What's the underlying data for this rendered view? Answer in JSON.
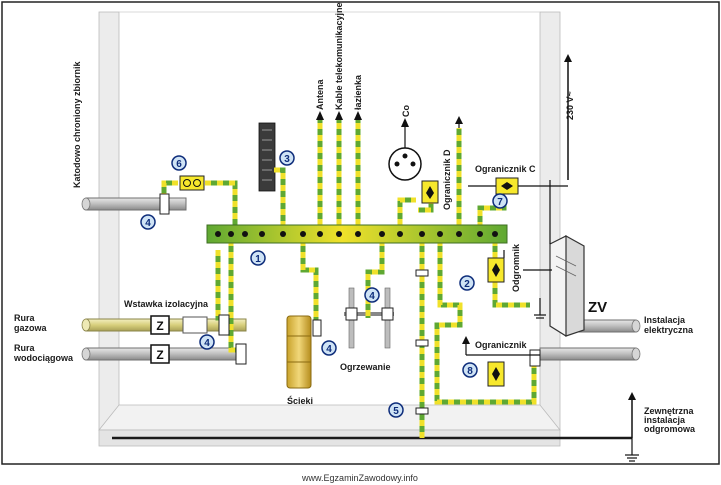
{
  "labels": {
    "katodowo": "Katodowo chroniony zbiornik",
    "antena": "Antena",
    "kable": "Kable telekomunikacyjne",
    "lazienka": "łazienka",
    "co": "Co",
    "ogr_d": "Ogranicznik D",
    "v230": "230 V~",
    "ogr_c": "Ogranicznik C",
    "odgromnik": "Odgromnik",
    "wstawka": "Wstawka izolacyjna",
    "rura_gaz_1": "Rura",
    "rura_gaz_2": "gazowa",
    "rura_wod_1": "Rura",
    "rura_wod_2": "wodociągowa",
    "ogrzewanie": "Ogrzewanie",
    "scieki": "Ścieki",
    "zv": "ZV",
    "inst_el_1": "Instalacja",
    "inst_el_2": "elektryczna",
    "ogranicznik": "Ogranicznik",
    "zewn_1": "Zewnętrzna",
    "zewn_2": "instalacja",
    "zewn_3": "odgromowa",
    "z_letter": "Z",
    "watermark": "www.EgzaminZawodowy.info"
  },
  "markers": [
    "1",
    "2",
    "3",
    "4",
    "5",
    "6",
    "7",
    "8"
  ],
  "colors": {
    "pe_green": "#5fa832",
    "pe_yellow": "#f0e12a",
    "marker_fill": "#cfe3f5",
    "marker_text": "#0d2c7a"
  }
}
